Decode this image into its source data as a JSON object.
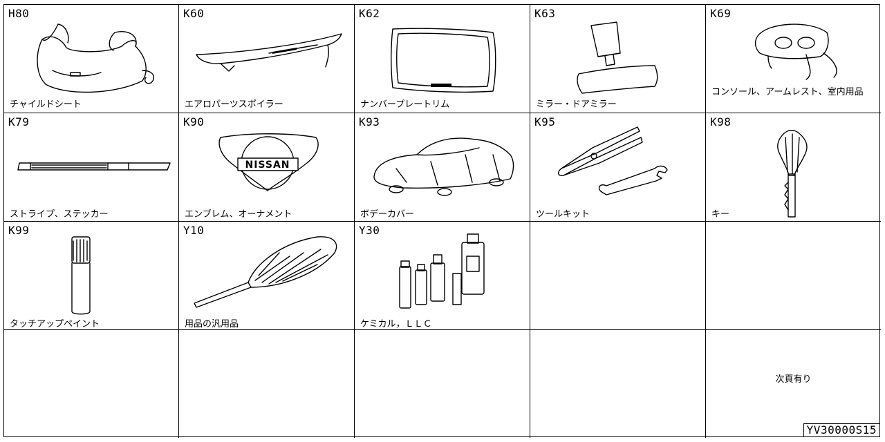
{
  "parts": [
    {
      "code": "H80",
      "name": "チャイルドシート",
      "icon": "child-seat-icon"
    },
    {
      "code": "K60",
      "name": "エアロパーツスポイラー",
      "icon": "spoiler-icon"
    },
    {
      "code": "K62",
      "name": "ナンバープレートリム",
      "icon": "plate-rim-icon"
    },
    {
      "code": "K63",
      "name": "ミラー・ドアミラー",
      "icon": "mirror-icon"
    },
    {
      "code": "K69",
      "name": "コンソール、アームレスト、室内用品",
      "icon": "console-icon"
    },
    {
      "code": "K79",
      "name": "ストライプ、ステッカー",
      "icon": "stripe-icon"
    },
    {
      "code": "K90",
      "name": "エンブレム、オーナメント",
      "icon": "emblem-icon"
    },
    {
      "code": "K93",
      "name": "ボデーカバー",
      "icon": "body-cover-icon"
    },
    {
      "code": "K95",
      "name": "ツールキット",
      "icon": "tool-kit-icon"
    },
    {
      "code": "K98",
      "name": "キー",
      "icon": "key-icon"
    },
    {
      "code": "K99",
      "name": "タッチアップペイント",
      "icon": "touch-up-paint-icon"
    },
    {
      "code": "Y10",
      "name": "用品の汎用品",
      "icon": "feather-duster-icon"
    },
    {
      "code": "Y30",
      "name": "ケミカル，ＬＬＣ",
      "icon": "chemical-bottles-icon"
    }
  ],
  "emblem_text": "NISSAN",
  "next_page_note": "次頁有り",
  "catalog_number": "YV30000S15"
}
